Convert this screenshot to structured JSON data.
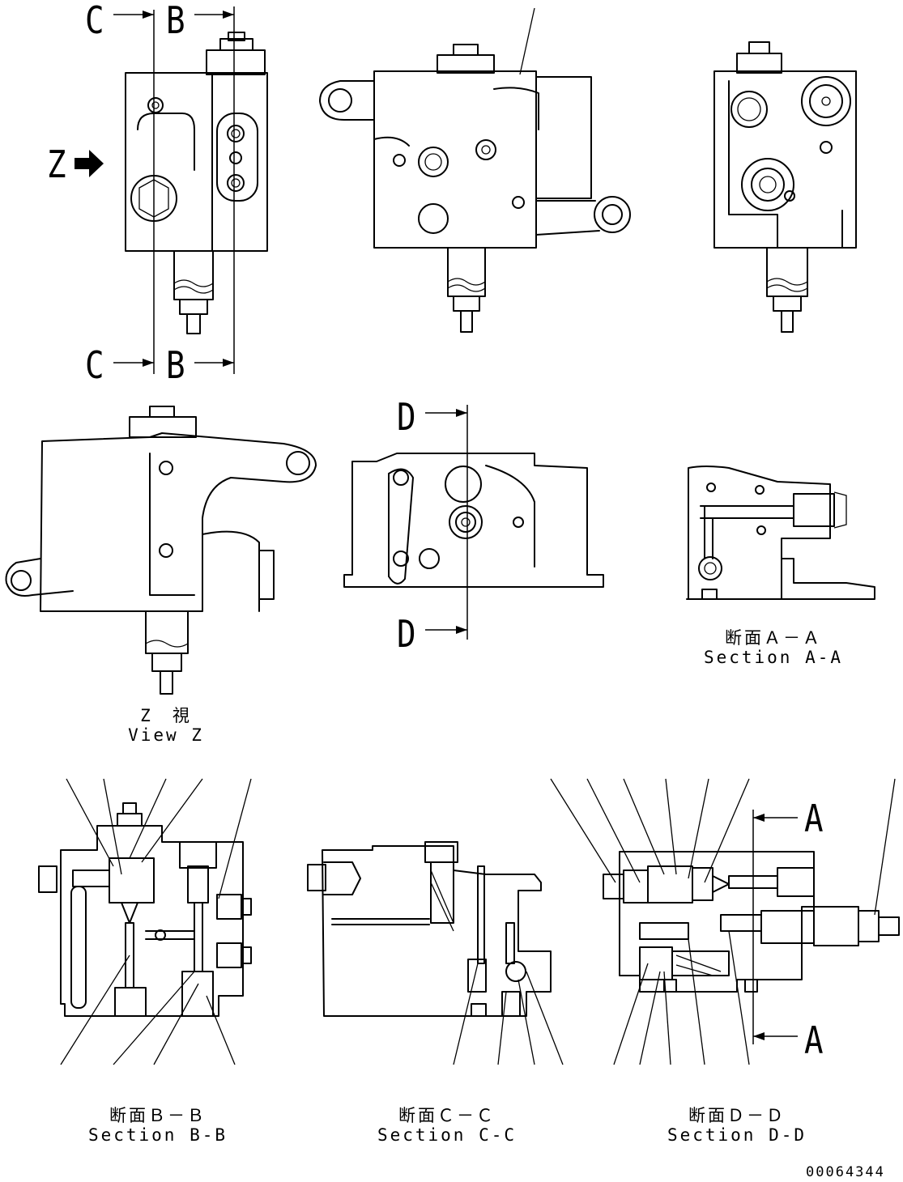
{
  "section_markers": {
    "c_top": "C",
    "b_top": "B",
    "c_bottom": "C",
    "b_bottom": "B",
    "d_top": "D",
    "d_bottom": "D",
    "a_top": "A",
    "a_bottom": "A",
    "z_view": "Z"
  },
  "captions": {
    "view_z": {
      "jp": "Z　視",
      "en": "View Z"
    },
    "section_aa": {
      "jp": "断面Ａ－Ａ",
      "en": "Section A-A"
    },
    "section_bb": {
      "jp": "断面Ｂ－Ｂ",
      "en": "Section B-B"
    },
    "section_cc": {
      "jp": "断面Ｃ－Ｃ",
      "en": "Section C-C"
    },
    "section_dd": {
      "jp": "断面Ｄ－Ｄ",
      "en": "Section D-D"
    }
  },
  "drawing_number": "00064344"
}
